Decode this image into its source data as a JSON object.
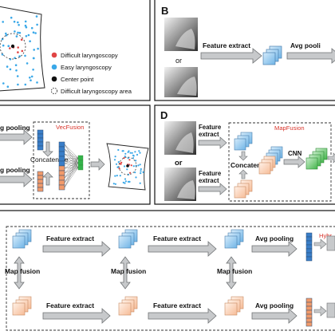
{
  "panels": {
    "a": {
      "legend": [
        {
          "label": "Difficult laryngoscopy",
          "color": "#e04545",
          "marker": "red-dot"
        },
        {
          "label": "Easy laryngoscopy",
          "color": "#3aa8e8",
          "marker": "blue-dot"
        },
        {
          "label": "Center point",
          "color": "#111111",
          "marker": "black-dot"
        },
        {
          "label": "Difficult laryngoscopy area",
          "color": "#444444",
          "marker": "dashed-circle"
        }
      ]
    },
    "b": {
      "letter": "B",
      "or_label": "or",
      "feature_extract": "Feature extract",
      "avg_pooling": "Avg pooli"
    },
    "c": {
      "avg_pooling_top": "g pooling",
      "avg_pooling_bottom": "g pooling",
      "concatenate": "Concatenate",
      "fusion_title": "VecFusion"
    },
    "d": {
      "letter": "D",
      "or_label": "or",
      "feature_extract_top": [
        "Feature",
        "extract"
      ],
      "feature_extract_bottom": [
        "Feature",
        "extract"
      ],
      "concatenate": "Concatenate",
      "cnn": "CNN",
      "fusion_title": "MapFusion"
    },
    "e": {
      "feature_extract_labels": [
        "Feature extract",
        "Feature extract",
        "Feature extract",
        "Feature extract"
      ],
      "map_fusion_labels": [
        "Map fusion",
        "Map fusion",
        "Map fusion"
      ],
      "avg_pooling_top": "Avg pooling",
      "avg_pooling_bottom": "Avg pooling",
      "fusion_title": "Hybr"
    }
  },
  "colors": {
    "accent_red": "#d9342b",
    "blue": "#3a7ec8",
    "orange": "#f29a6a",
    "green": "#34b34a",
    "arrow_gray": "#c7c9cb"
  }
}
